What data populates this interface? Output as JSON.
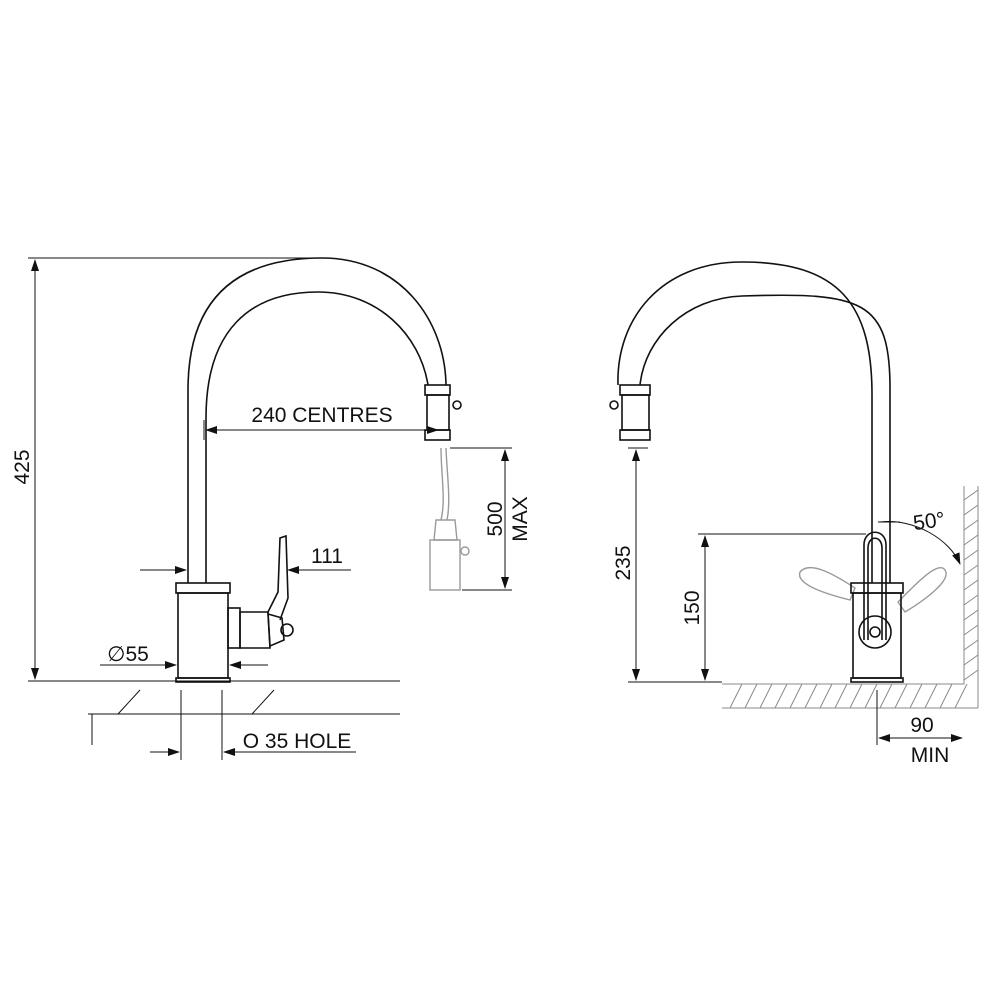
{
  "front_view": {
    "height_label": "425",
    "centres_label": "240 CENTRES",
    "pullout_label_value": "500",
    "pullout_label_suffix": "MAX",
    "lever_label": "111",
    "base_diameter_label": "∅55",
    "hole_label": "O 35 HOLE"
  },
  "side_view": {
    "spout_height_label": "235",
    "handle_height_label": "150",
    "angle_label": "50°",
    "clearance_label_value": "90",
    "clearance_label_suffix": "MIN"
  },
  "colors": {
    "line": "#111111",
    "ghost": "#9a9a9a",
    "hatch": "#8a8a8a"
  }
}
